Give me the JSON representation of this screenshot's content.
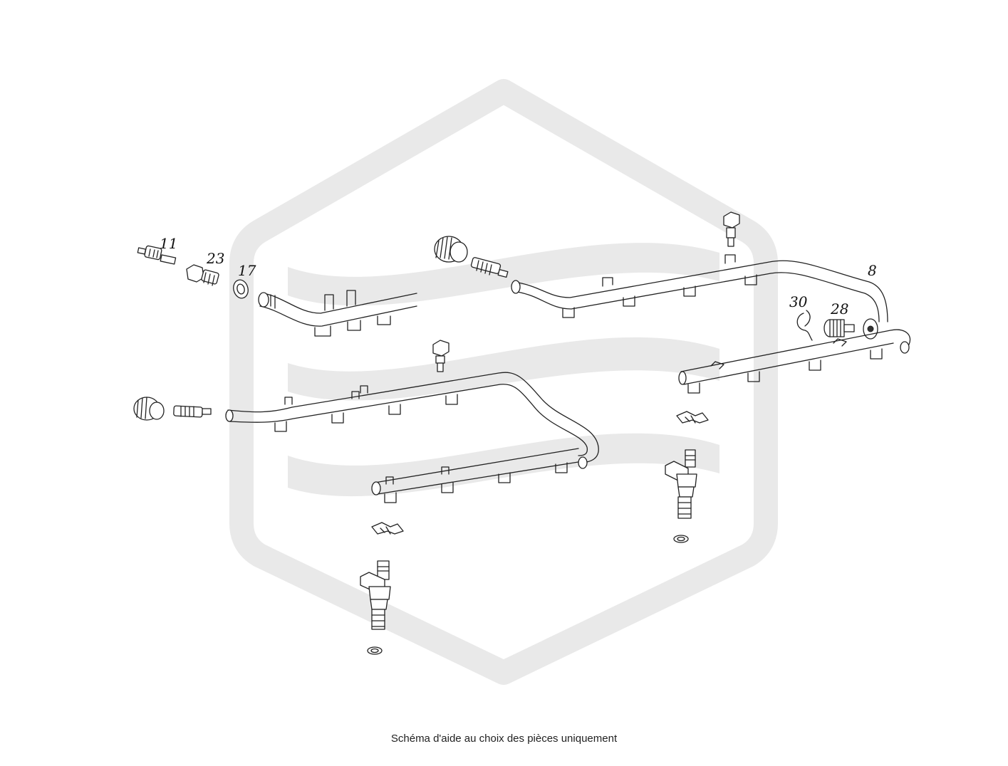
{
  "diagram": {
    "part_labels": [
      "11",
      "23",
      "17",
      "8",
      "30",
      "28"
    ],
    "caption": "Schéma d'aide au choix des pièces uniquement",
    "watermark_color": "#e9e9e9",
    "line_color": "#222222"
  }
}
